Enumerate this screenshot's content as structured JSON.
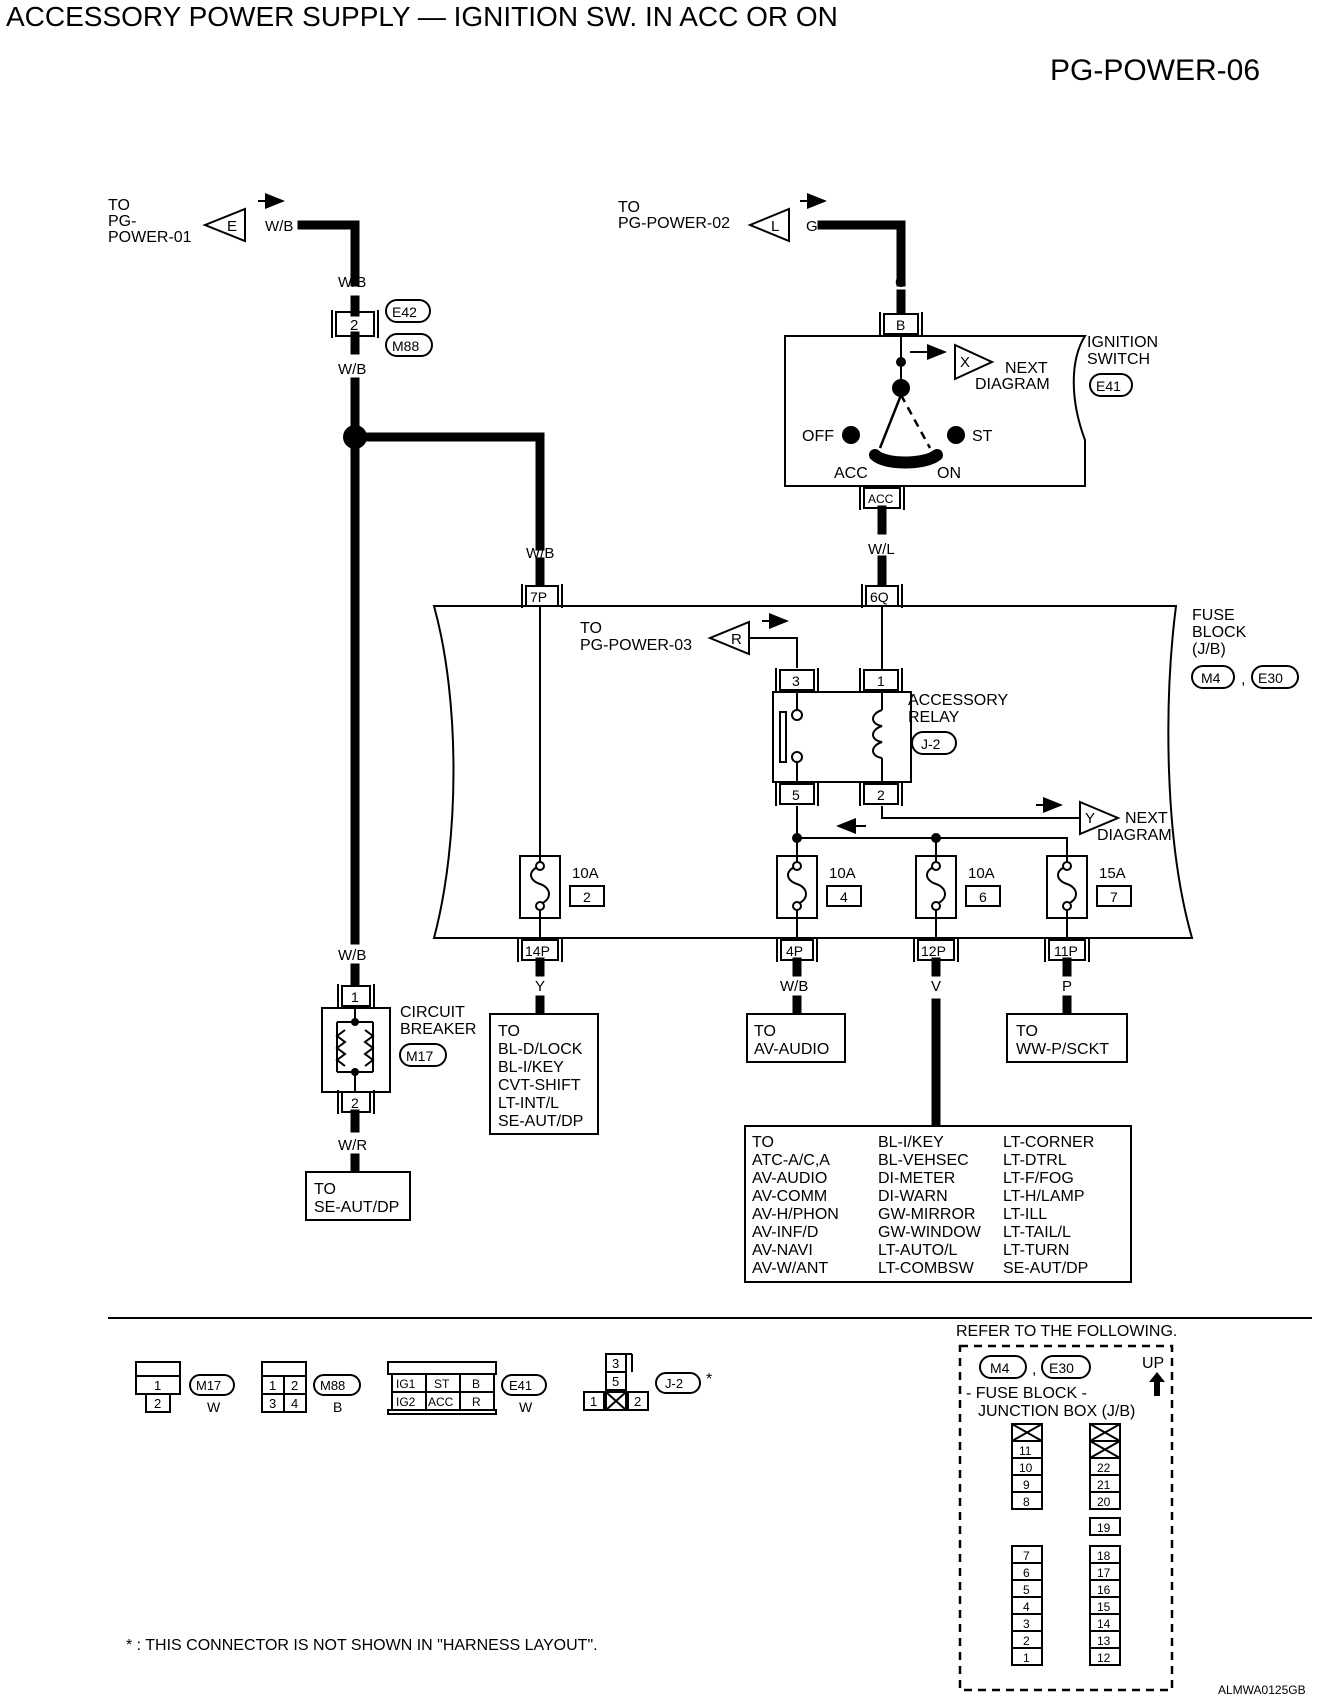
{
  "title": "ACCESSORY POWER SUPPLY — IGNITION SW. IN ACC OR ON",
  "page_id": "PG-POWER-06",
  "image_code": "ALMWA0125GB",
  "footnote": "* : THIS CONNECTOR IS NOT SHOWN IN \"HARNESS LAYOUT\".",
  "offpage": {
    "e": {
      "to_lines": [
        "TO",
        "PG-",
        "POWER-01"
      ],
      "letter": "E",
      "wire": "W/B"
    },
    "l": {
      "to_lines": [
        "TO",
        "PG-POWER-02"
      ],
      "letter": "L",
      "wire": "G"
    },
    "r": {
      "to_lines": [
        "TO",
        "PG-POWER-03"
      ],
      "letter": "R"
    },
    "x": {
      "letter": "X",
      "next_lines": [
        "NEXT",
        "DIAGRAM"
      ]
    },
    "y": {
      "letter": "Y",
      "next_lines": [
        "NEXT",
        "DIAGRAM"
      ]
    }
  },
  "wires": {
    "wb_top": "W/B",
    "wb_mid": "W/B",
    "wb_right": "W/B",
    "wb_low": "W/B",
    "g": "G",
    "wl": "W/L",
    "wr": "W/R",
    "y": "Y",
    "wb_audio": "W/B",
    "v": "V",
    "p": "P"
  },
  "connectors": {
    "e42": "E42",
    "m88": "M88",
    "e41": "E41",
    "m4": "M4",
    "e30": "E30",
    "m17": "M17",
    "j2": "J-2"
  },
  "terminals": {
    "pin2": "2",
    "b": "B",
    "acc": "ACC",
    "p7": "7P",
    "q6": "6Q",
    "r3": "3",
    "r1": "1",
    "r5": "5",
    "r2": "2",
    "p14": "14P",
    "p4": "4P",
    "p12": "12P",
    "p11": "11P",
    "cb1": "1",
    "cb2": "2"
  },
  "ignition": {
    "name_lines": [
      "IGNITION",
      "SWITCH"
    ],
    "off": "OFF",
    "st": "ST",
    "acc": "ACC",
    "on": "ON"
  },
  "fuse_block": {
    "name_lines": [
      "FUSE",
      "BLOCK",
      "(J/B)"
    ],
    "sep": ","
  },
  "relay": {
    "name_lines": [
      "ACCESSORY",
      "RELAY"
    ]
  },
  "fuses": [
    {
      "amp": "10A",
      "num": "2"
    },
    {
      "amp": "10A",
      "num": "4"
    },
    {
      "amp": "10A",
      "num": "6"
    },
    {
      "amp": "15A",
      "num": "7"
    }
  ],
  "circuit_breaker": {
    "name_lines": [
      "CIRCUIT",
      "BREAKER"
    ]
  },
  "dest": {
    "se_aut": [
      "TO",
      "SE-AUT/DP"
    ],
    "bl_list": [
      "TO",
      "BL-D/LOCK",
      "BL-I/KEY",
      "CVT-SHIFT",
      "LT-INT/L",
      "SE-AUT/DP"
    ],
    "av_audio": [
      "TO",
      "AV-AUDIO"
    ],
    "ww": [
      "TO",
      "WW-P/SCKT"
    ],
    "big_col1": [
      "TO",
      "ATC-A/C,A",
      "AV-AUDIO",
      "AV-COMM",
      "AV-H/PHON",
      "AV-INF/D",
      "AV-NAVI",
      "AV-W/ANT"
    ],
    "big_col2": [
      "BL-I/KEY",
      "BL-VEHSEC",
      "DI-METER",
      "DI-WARN",
      "GW-MIRROR",
      "GW-WINDOW",
      "LT-AUTO/L",
      "LT-COMBSW"
    ],
    "big_col3": [
      "LT-CORNER",
      "LT-DTRL",
      "LT-F/FOG",
      "LT-H/LAMP",
      "LT-ILL",
      "LT-TAIL/L",
      "LT-TURN",
      "SE-AUT/DP"
    ]
  },
  "legend": {
    "m17": {
      "cells": [
        "1",
        "2"
      ],
      "name": "M17",
      "color": "W"
    },
    "m88": {
      "cells": [
        "1",
        "2",
        "3",
        "4"
      ],
      "name": "M88",
      "color": "B"
    },
    "e41": {
      "cells": [
        "IG1",
        "ST",
        "B",
        "IG2",
        "ACC",
        "R"
      ],
      "name": "E41",
      "color": "W"
    },
    "j2": {
      "cells": [
        "3",
        "5",
        "1",
        "2"
      ],
      "name": "J-2",
      "star": "*"
    }
  },
  "refer": {
    "heading": "REFER TO THE FOLLOWING.",
    "m4": "M4",
    "sep": ",",
    "e30": "E30",
    "up": "UP",
    "desc_lines": [
      "- FUSE BLOCK -",
      "JUNCTION BOX (J/B)"
    ],
    "col_left_top": [
      "11",
      "10",
      "9",
      "8"
    ],
    "col_left_bottom": [
      "7",
      "6",
      "5",
      "4",
      "3",
      "2",
      "1"
    ],
    "col_right_top": [
      "22",
      "21",
      "20"
    ],
    "mid": "19",
    "col_right_bottom": [
      "18",
      "17",
      "16",
      "15",
      "14",
      "13",
      "12"
    ]
  }
}
